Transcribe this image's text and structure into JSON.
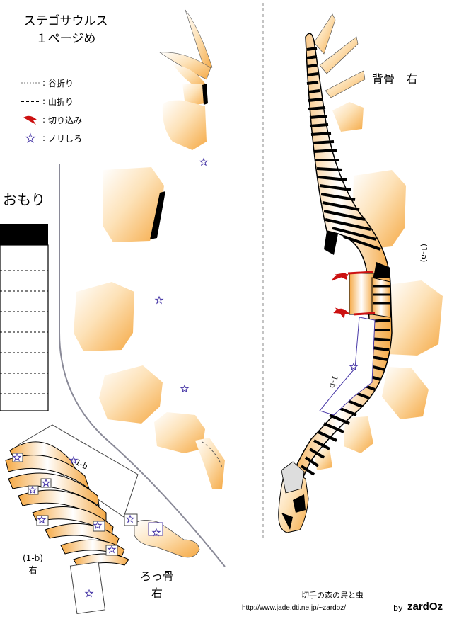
{
  "title": {
    "line1": "ステゴサウルス",
    "line2": "１ページめ"
  },
  "legend": [
    {
      "icon": "valley-fold-line-icon",
      "label": "谷折り"
    },
    {
      "icon": "mountain-fold-line-icon",
      "label": "山折り"
    },
    {
      "icon": "cut-arrow-icon",
      "label": "切り込み"
    },
    {
      "icon": "glue-star-icon",
      "label": "ノリしろ"
    }
  ],
  "legend_colon": ":",
  "weight_label": "おもり",
  "backbone": {
    "title": "背骨　右",
    "part_id": "(1-a)",
    "glue_tab": "1-b"
  },
  "ribs": {
    "title_line1": "ろっ骨",
    "title_line2": "右",
    "part_id_line1": "(1-b)",
    "part_id_line2": "右",
    "tab_label": "1-b"
  },
  "footer": {
    "site_name": "切手の森の鳥と虫",
    "url": "http://www.jade.dti.ne.jp/~zardoz/",
    "by": "by",
    "brand": "zardOz"
  },
  "colors": {
    "bone": "#f7b65a",
    "red": "#cc1111",
    "star": "#4a3aa8"
  }
}
